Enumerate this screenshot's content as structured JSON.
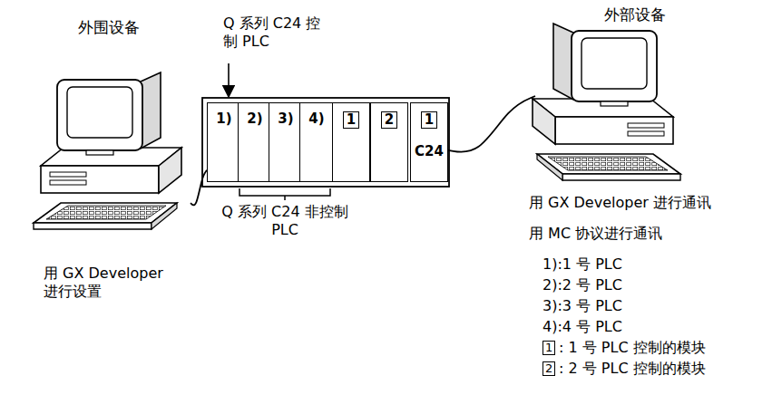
{
  "diagram": {
    "nodes": [
      {
        "text": [
          "外围设备"
        ]
      },
      {
        "text": [
          "1)"
        ]
      },
      {
        "text": [
          "2)"
        ]
      },
      {
        "text": [
          "3)"
        ]
      },
      {
        "text": [
          "4)"
        ]
      },
      {
        "text": [
          "1"
        ]
      },
      {
        "text": [
          "2"
        ]
      },
      {
        "text": [
          "1",
          "C24"
        ]
      },
      {
        "text": [
          "外部设备"
        ]
      }
    ],
    "edges": [
      {
        "from": 0,
        "to": 1,
        "arrow": "none"
      },
      {
        "from": 7,
        "to": 8,
        "arrow": "none"
      }
    ],
    "labels": [
      "Q 系列 C24 控制 PLC",
      "Q 系列 C24 非控制 PLC",
      "用 GX Developer 进行设置",
      "用 GX Developer 进行通讯",
      "用 MC 协议进行通讯",
      "1):1 号 PLC",
      "2):2 号 PLC",
      "3):3 号 PLC",
      "4):4 号 PLC",
      "1",
      ": 1 号 PLC 控制的模块",
      "2",
      ": 2 号 PLC 控制的模块"
    ]
  }
}
